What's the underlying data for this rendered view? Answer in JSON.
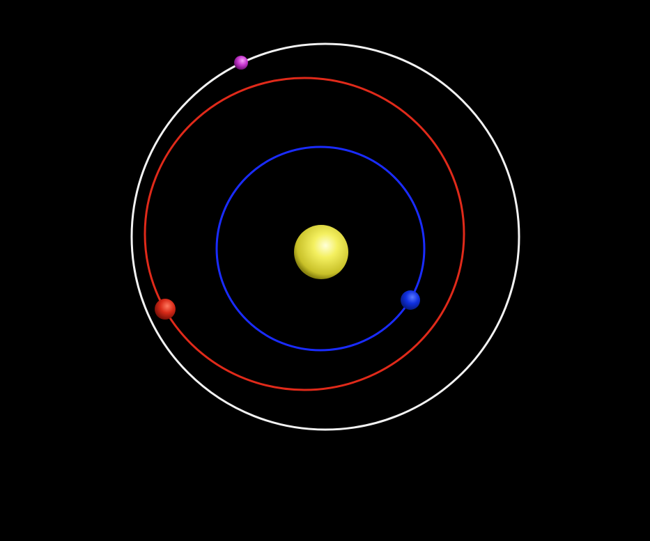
{
  "scene": {
    "background": "#000000",
    "sun": {
      "color": "#e8e84a",
      "highlight": "#ffffc0"
    },
    "orbits": [
      {
        "name": "inner-orbit",
        "color": "#1a2cff"
      },
      {
        "name": "middle-orbit",
        "color": "#e02a1a"
      },
      {
        "name": "outer-orbit",
        "color": "#f2f2f2"
      }
    ],
    "planets": [
      {
        "name": "blue-planet",
        "orbit": "inner-orbit",
        "color": "#1030e0"
      },
      {
        "name": "red-planet",
        "orbit": "middle-orbit",
        "color": "#d82a18"
      },
      {
        "name": "magenta-planet",
        "orbit": "outer-orbit",
        "color": "#d040d8"
      }
    ]
  }
}
